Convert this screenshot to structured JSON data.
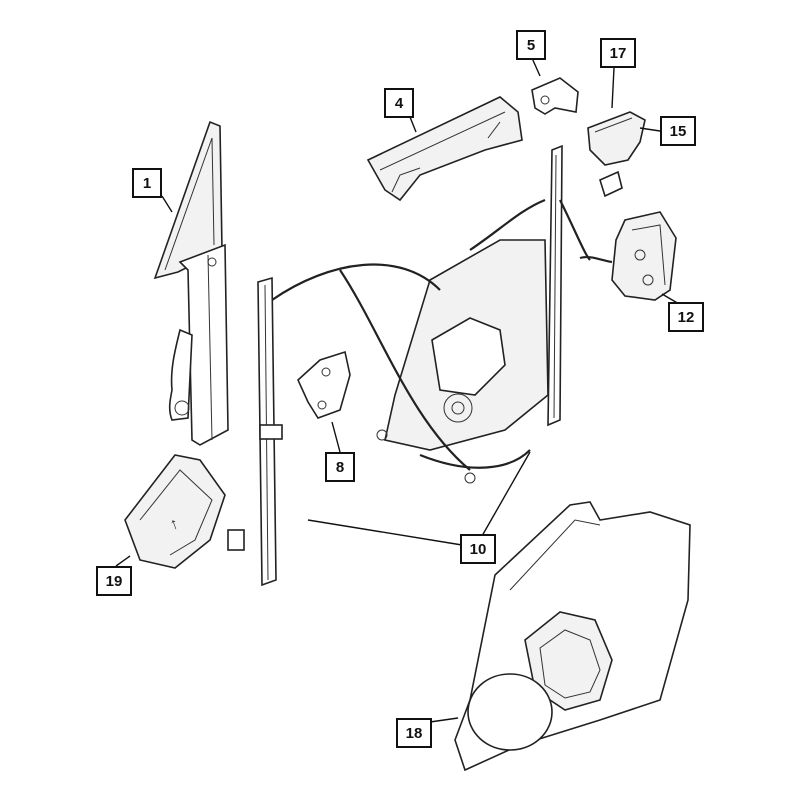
{
  "callouts": {
    "c1": "1",
    "c4": "4",
    "c5": "5",
    "c8": "8",
    "c10": "10",
    "c12": "12",
    "c15": "15",
    "c17": "17",
    "c18": "18",
    "c19": "19"
  }
}
